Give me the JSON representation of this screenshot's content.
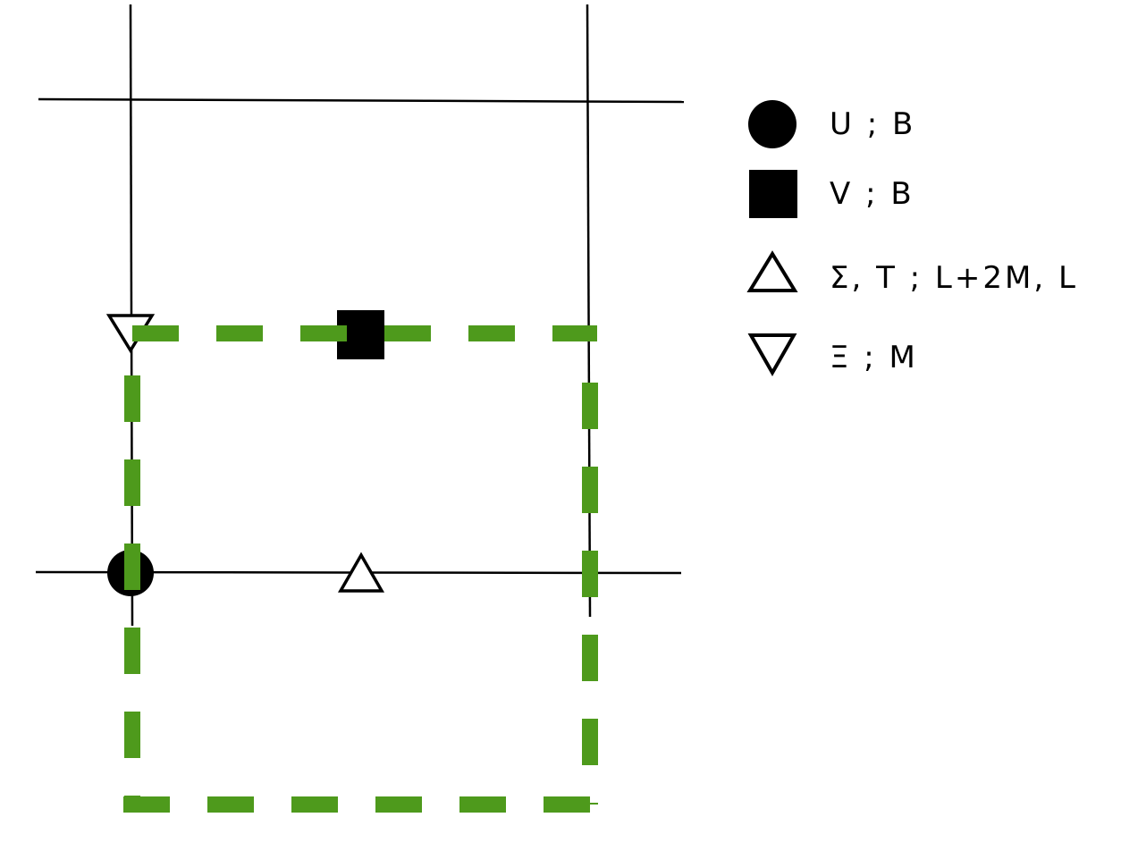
{
  "colors": {
    "ink": "#000000",
    "dashed_cell": "#4e9a1c",
    "background": "#ffffff"
  },
  "legend": {
    "items": [
      {
        "symbol": "filled-circle-icon",
        "label": "U ; B"
      },
      {
        "symbol": "filled-square-icon",
        "label": "V ; B"
      },
      {
        "symbol": "up-triangle-icon",
        "label": "Σ, T ; L+2M, L"
      },
      {
        "symbol": "down-triangle-icon",
        "label": "Ξ ; M"
      }
    ]
  }
}
